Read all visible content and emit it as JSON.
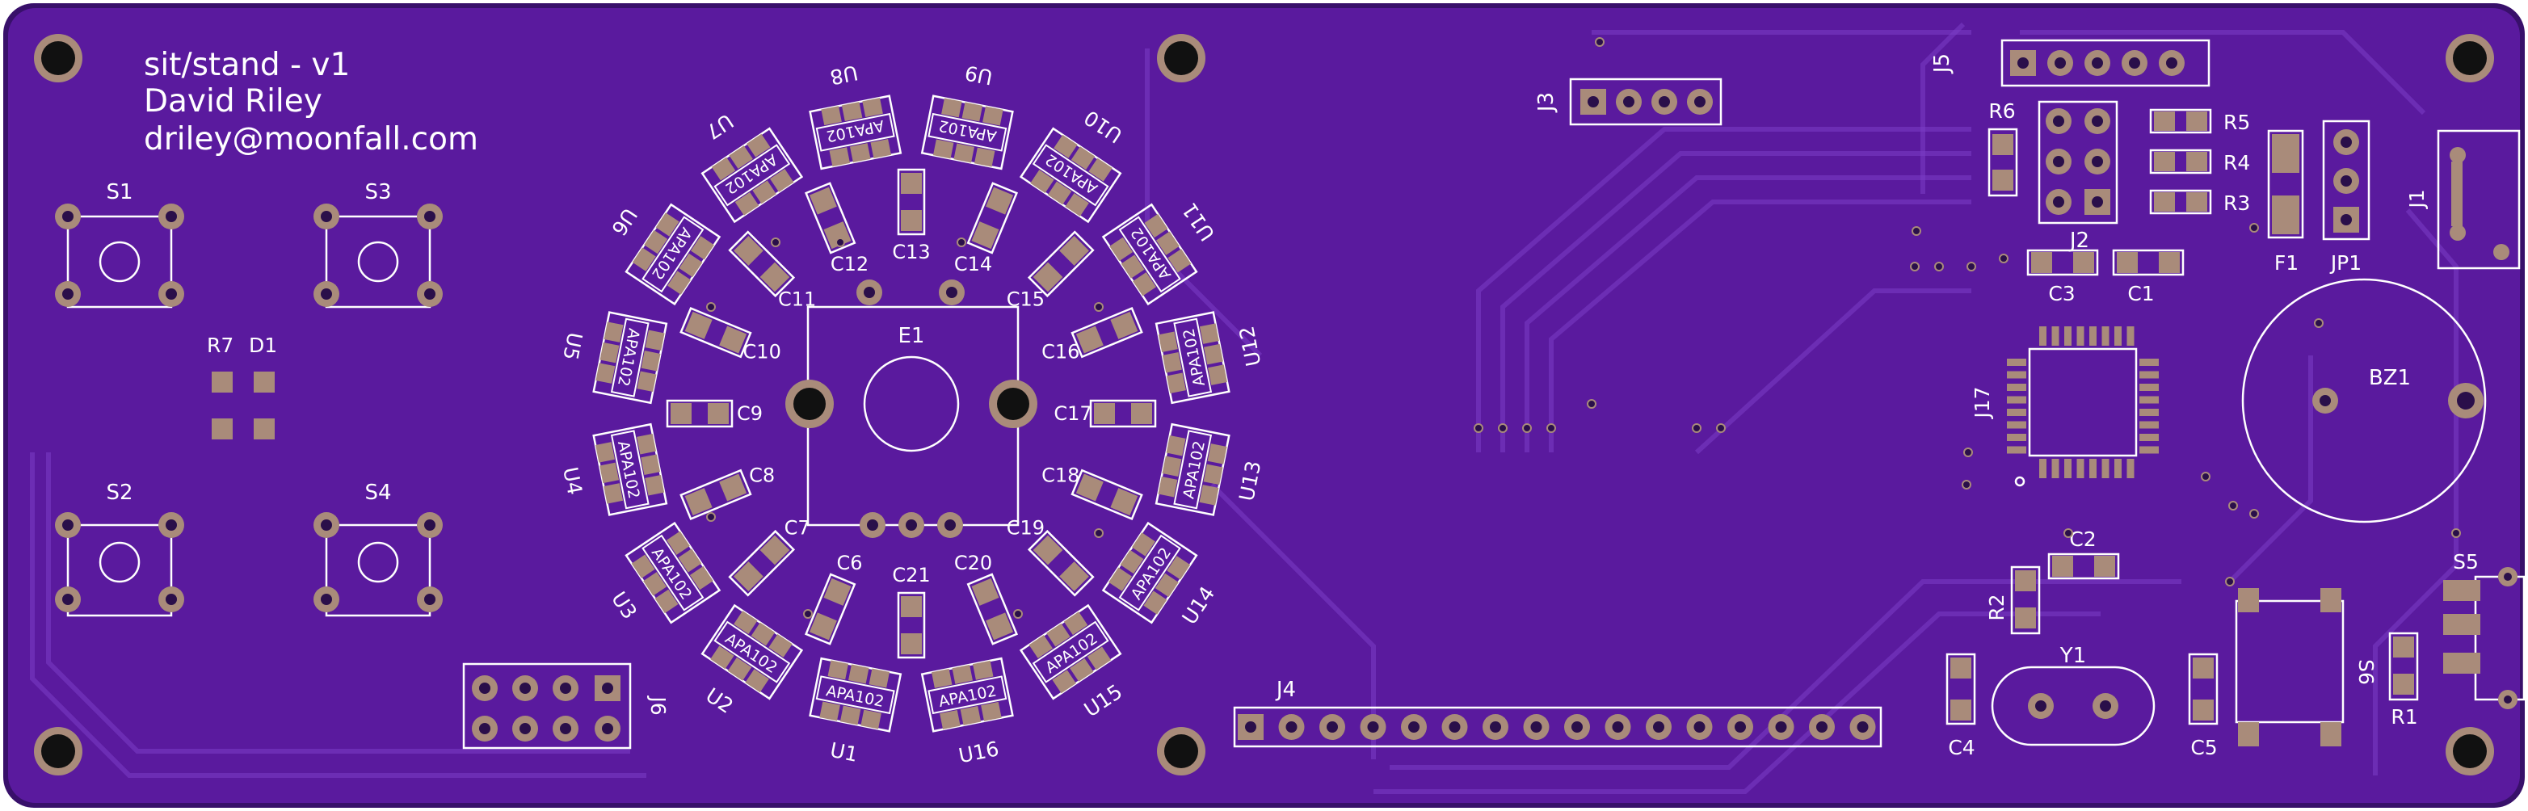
{
  "board": {
    "title_lines": [
      "sit/stand - v1",
      "David Riley",
      "driley@moonfall.com"
    ],
    "colors": {
      "substrate": "#5a1a9e",
      "edge": "#38106a",
      "pad": "#a98b7a",
      "silk": "#ffffff",
      "trace": "#7c3ec6"
    }
  },
  "ring_leds": [
    "U1",
    "U2",
    "U3",
    "U4",
    "U5",
    "U6",
    "U7",
    "U8",
    "U9",
    "U10",
    "U11",
    "U12",
    "U13",
    "U14",
    "U15",
    "U16"
  ],
  "ring_led_part": "APA102",
  "ring_caps": [
    "C6",
    "C7",
    "C8",
    "C9",
    "C10",
    "C11",
    "C12",
    "C13",
    "C14",
    "C15",
    "C16",
    "C17",
    "C18",
    "C19",
    "C20",
    "C21"
  ],
  "switches": [
    "S1",
    "S2",
    "S3",
    "S4"
  ],
  "labels": {
    "r7": "R7",
    "d1": "D1",
    "e1": "E1",
    "j1": "J1",
    "j2": "J2",
    "j3": "J3",
    "j4": "J4",
    "j5": "J5",
    "j6": "J6",
    "j17": "J17",
    "jp1": "JP1",
    "f1": "F1",
    "bz1": "BZ1",
    "y1": "Y1",
    "s5": "S5",
    "s6": "S6",
    "r1": "R1",
    "r2": "R2",
    "r3": "R3",
    "r4": "R4",
    "r5": "R5",
    "r6": "R6",
    "c1": "C1",
    "c2": "C2",
    "c3": "C3",
    "c4": "C4",
    "c5": "C5"
  }
}
